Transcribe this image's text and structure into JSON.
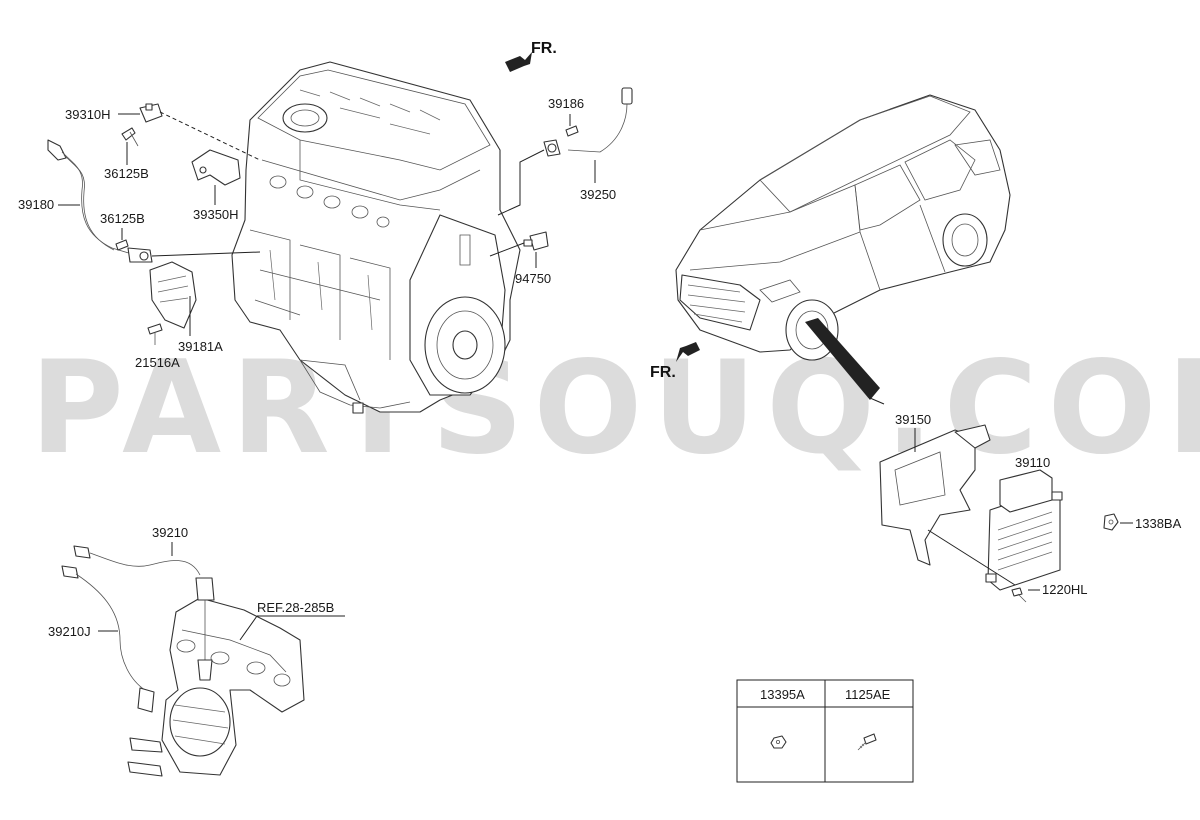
{
  "watermark": "PARTSOUQ.COM",
  "direction_labels": {
    "engine_front": "FR.",
    "vehicle_front": "FR."
  },
  "labels": {
    "p39310H": "39310H",
    "p36125B_a": "36125B",
    "p39350H": "39350H",
    "p39180": "39180",
    "p36125B_b": "36125B",
    "p21516A": "21516A",
    "p39181A": "39181A",
    "p39186": "39186",
    "p39250": "39250",
    "p94750": "94750",
    "p39150": "39150",
    "p39110": "39110",
    "p1338BA": "1338BA",
    "p1220HL": "1220HL",
    "p39210": "39210",
    "p39210J": "39210J",
    "ref": "REF.28-285B"
  },
  "fastener_table": {
    "headers": [
      "13395A",
      "1125AE"
    ],
    "icons": [
      "nut-icon",
      "bolt-icon"
    ]
  }
}
